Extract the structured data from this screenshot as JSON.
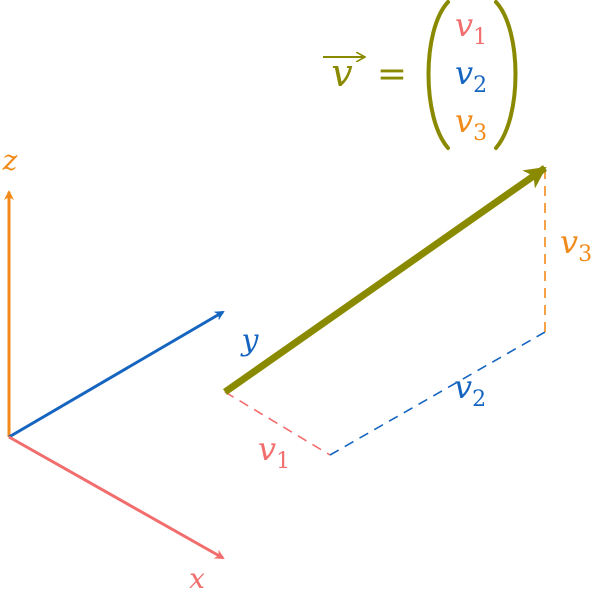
{
  "axes": {
    "x_label": "x",
    "y_label": "y",
    "z_label": "z"
  },
  "components": {
    "v1": {
      "base": "v",
      "sub": "1"
    },
    "v2": {
      "base": "v",
      "sub": "2"
    },
    "v3": {
      "base": "v",
      "sub": "3"
    }
  },
  "equation": {
    "vector_symbol": "v",
    "equals": "=",
    "entries": [
      {
        "base": "v",
        "sub": "1"
      },
      {
        "base": "v",
        "sub": "2"
      },
      {
        "base": "v",
        "sub": "3"
      }
    ]
  },
  "colors": {
    "x_axis": "#f26d6d",
    "y_axis": "#1565c0",
    "z_axis": "#f28a1a",
    "vector": "#8a8a00",
    "v1": "#f26d6d",
    "v2": "#1565c0",
    "v3": "#f28a1a"
  }
}
